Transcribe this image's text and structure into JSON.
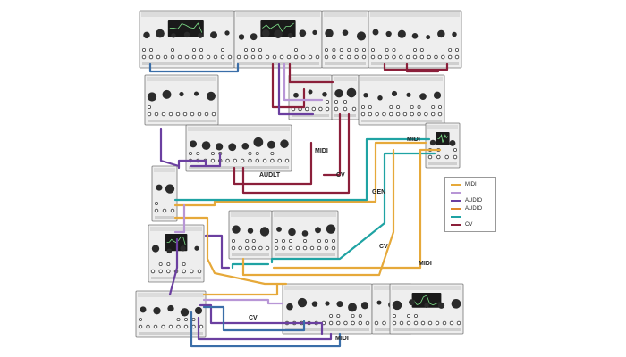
{
  "legend": {
    "items": [
      {
        "label": "MIDI",
        "color": "#e6a93a"
      },
      {
        "label": "",
        "color": "#b896d6"
      },
      {
        "label": "AUDIO",
        "color": "#6b3fa0"
      },
      {
        "label": "AUDIO",
        "color": "#e08a2c"
      },
      {
        "label": "",
        "color": "#1fa3a3"
      },
      {
        "label": "CV",
        "color": "#8b1f3a"
      }
    ]
  },
  "cable_labels": {
    "midi_1": "MIDI",
    "cv_1": "CV",
    "audio_1": "AUDLT",
    "gen_1": "GEN",
    "midi_2": "MIDI",
    "cv_2": "CV",
    "midi_3": "MIDI",
    "cv_3": "CV",
    "midi_4": "MIDI"
  },
  "colors": {
    "panel": "#eeeeee",
    "panel_border": "#777777",
    "screen": "#1a1a1a",
    "screen_trace": "#7fe08a",
    "knob": "#2b2b2b",
    "jack": "#444444",
    "yellow": "#e6a93a",
    "teal": "#1fa3a3",
    "purple": "#6b3fa0",
    "lavender": "#b896d6",
    "red": "#8b1f3a",
    "blue": "#3a6ea8"
  }
}
